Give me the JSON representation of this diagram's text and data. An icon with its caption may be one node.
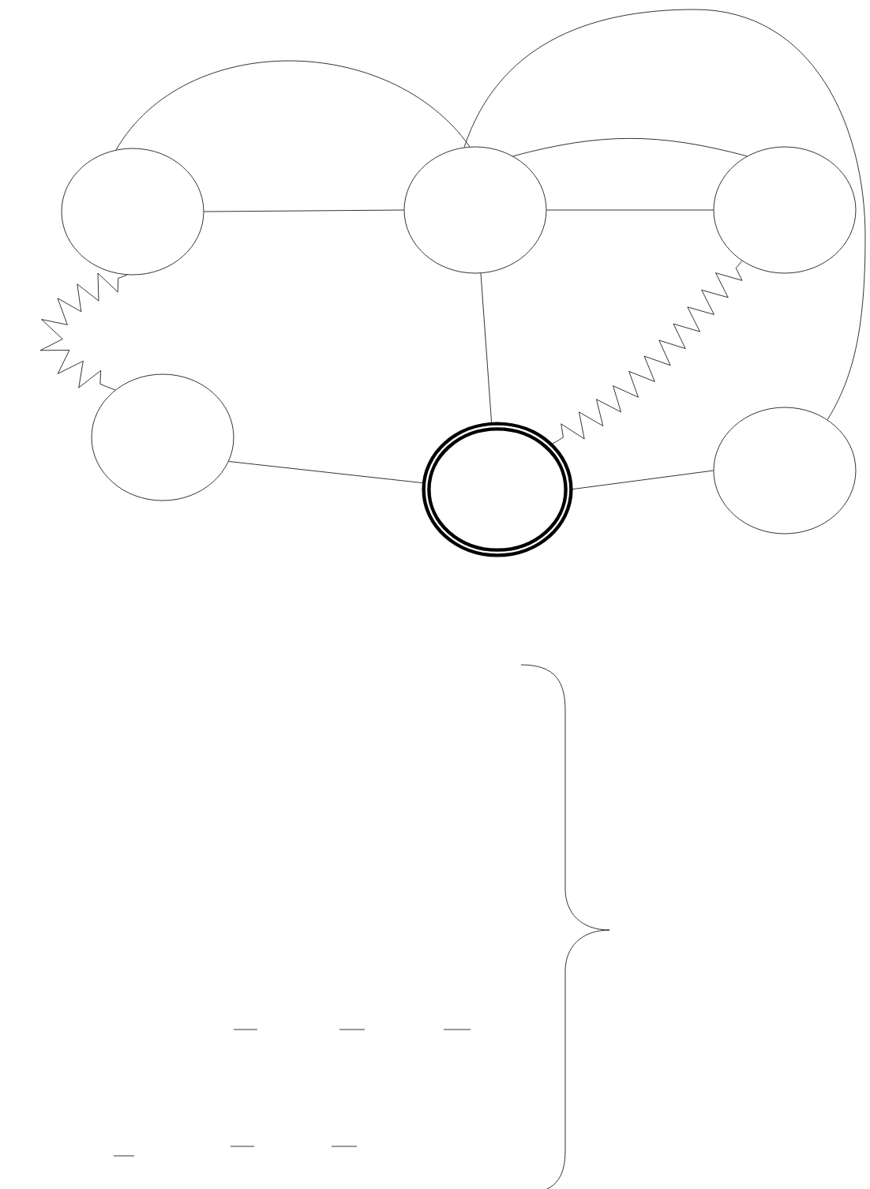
{
  "diagram": {
    "nodes": [
      {
        "text": [],
        "shape": "circle"
      },
      {
        "text": [],
        "shape": "circle"
      },
      {
        "text": [],
        "shape": "circle"
      },
      {
        "text": [],
        "shape": "circle"
      },
      {
        "text": [],
        "shape": "circle"
      },
      {
        "text": [],
        "shape": "circle"
      }
    ],
    "edges": [
      {
        "from": 0,
        "to": 1,
        "arrow": "none"
      },
      {
        "from": 0,
        "to": 1,
        "arrow": "none"
      },
      {
        "from": 1,
        "to": 2,
        "arrow": "none"
      },
      {
        "from": 1,
        "to": 2,
        "arrow": "none"
      },
      {
        "from": 1,
        "to": 4,
        "arrow": "none"
      },
      {
        "from": 0,
        "to": 3,
        "arrow": "none"
      },
      {
        "from": 2,
        "to": 4,
        "arrow": "none"
      },
      {
        "from": 3,
        "to": 4,
        "arrow": "none"
      },
      {
        "from": 4,
        "to": 5,
        "arrow": "none"
      },
      {
        "from": 1,
        "to": 5,
        "arrow": "none"
      }
    ]
  }
}
